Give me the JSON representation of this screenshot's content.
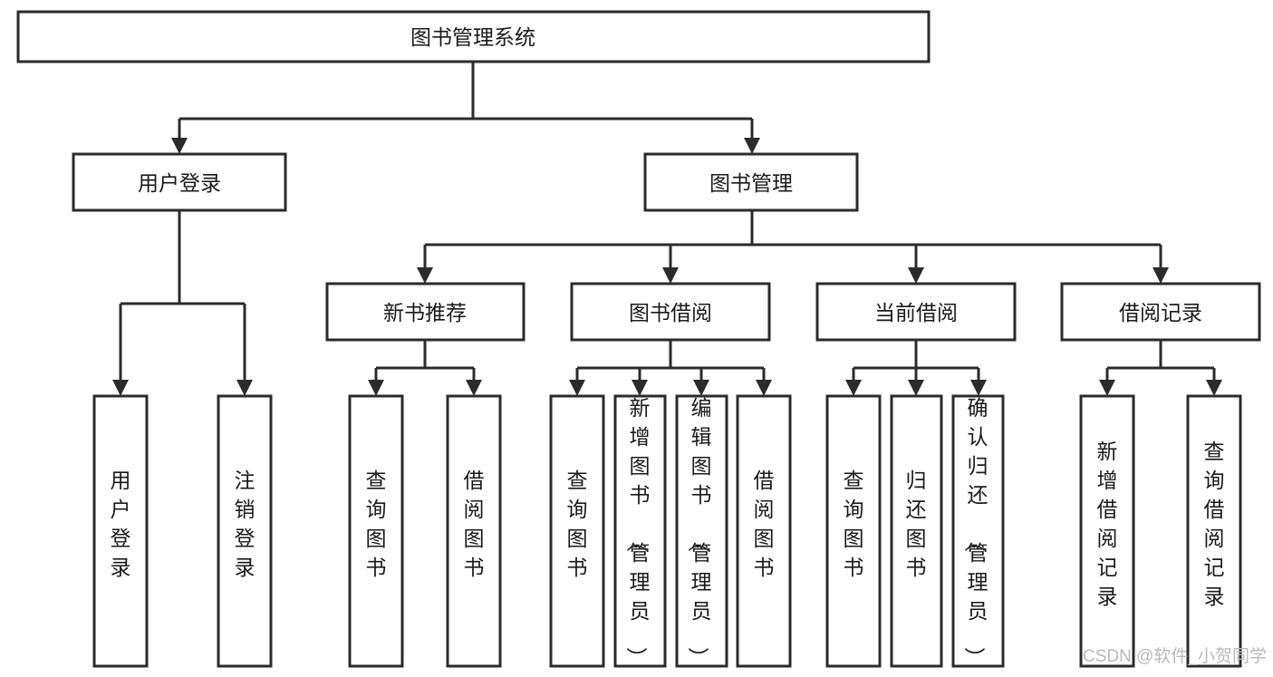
{
  "diagram": {
    "title": "图书管理系统",
    "type": "hierarchy-tree",
    "accent_color": "#2b2b2b",
    "background_color": "#ffffff",
    "levels": [
      {
        "level": 1,
        "nodes": [
          {
            "id": "root",
            "label": "图书管理系统",
            "orientation": "horizontal"
          }
        ]
      },
      {
        "level": 2,
        "nodes": [
          {
            "id": "user-login",
            "label": "用户登录",
            "orientation": "horizontal",
            "parent": "root"
          },
          {
            "id": "book-manage",
            "label": "图书管理",
            "orientation": "horizontal",
            "parent": "root"
          }
        ]
      },
      {
        "level": 3,
        "nodes": [
          {
            "id": "new-book-rec",
            "label": "新书推荐",
            "orientation": "horizontal",
            "parent": "book-manage"
          },
          {
            "id": "book-borrow",
            "label": "图书借阅",
            "orientation": "horizontal",
            "parent": "book-manage"
          },
          {
            "id": "current-borrow",
            "label": "当前借阅",
            "orientation": "horizontal",
            "parent": "book-manage"
          },
          {
            "id": "borrow-record",
            "label": "借阅记录",
            "orientation": "horizontal",
            "parent": "book-manage"
          }
        ]
      },
      {
        "level": 4,
        "nodes": [
          {
            "id": "leaf-user-login",
            "label": "用户登录",
            "orientation": "vertical",
            "parent": "user-login"
          },
          {
            "id": "leaf-logout",
            "label": "注销登录",
            "orientation": "vertical",
            "parent": "user-login"
          },
          {
            "id": "leaf-query-book-1",
            "label": "查询图书",
            "orientation": "vertical",
            "parent": "new-book-rec"
          },
          {
            "id": "leaf-borrow-book-1",
            "label": "借阅图书",
            "orientation": "vertical",
            "parent": "new-book-rec"
          },
          {
            "id": "leaf-query-book-2",
            "label": "查询图书",
            "orientation": "vertical",
            "parent": "book-borrow"
          },
          {
            "id": "leaf-add-book",
            "label": "新增图书（管理员）",
            "orientation": "vertical",
            "parent": "book-borrow"
          },
          {
            "id": "leaf-edit-book",
            "label": "编辑图书（管理员）",
            "orientation": "vertical",
            "parent": "book-borrow"
          },
          {
            "id": "leaf-borrow-book-2",
            "label": "借阅图书",
            "orientation": "vertical",
            "parent": "book-borrow"
          },
          {
            "id": "leaf-query-book-3",
            "label": "查询图书",
            "orientation": "vertical",
            "parent": "current-borrow"
          },
          {
            "id": "leaf-return-book",
            "label": "归还图书",
            "orientation": "vertical",
            "parent": "current-borrow"
          },
          {
            "id": "leaf-confirm-return",
            "label": "确认归还（管理员）",
            "orientation": "vertical",
            "parent": "current-borrow"
          },
          {
            "id": "leaf-add-record",
            "label": "新增借阅记录",
            "orientation": "vertical",
            "parent": "borrow-record"
          },
          {
            "id": "leaf-query-record",
            "label": "查询借阅记录",
            "orientation": "vertical",
            "parent": "borrow-record"
          }
        ]
      }
    ]
  },
  "watermark": {
    "text": "CSDN @软件_小贺同学"
  }
}
